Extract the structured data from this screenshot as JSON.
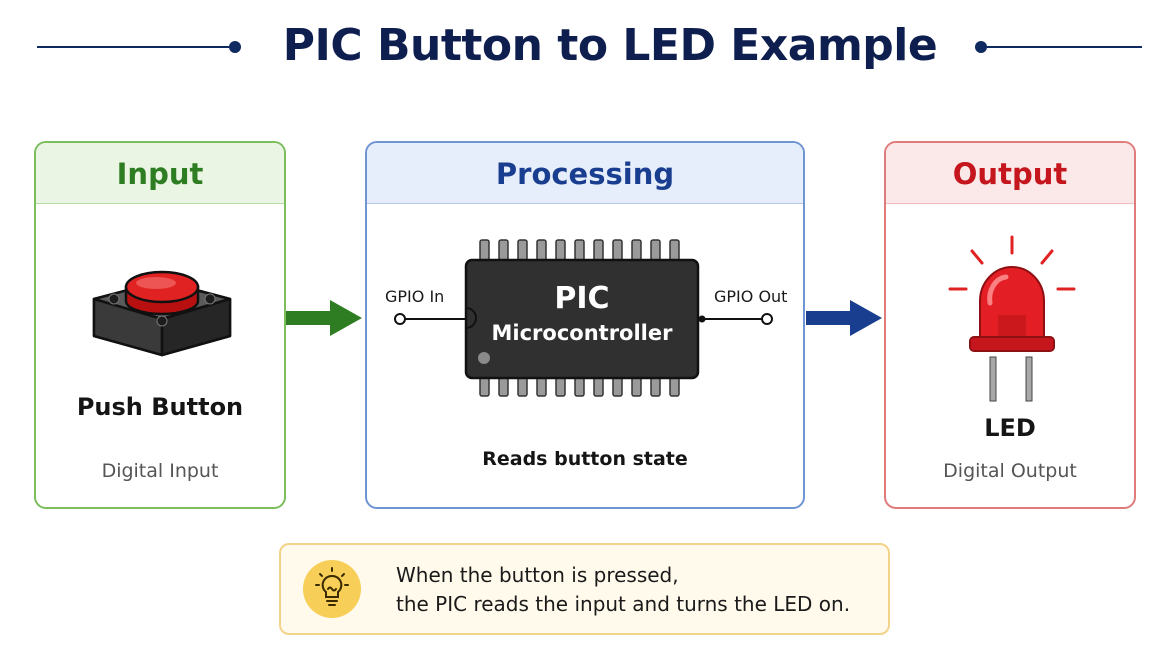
{
  "title": "PIC Button to LED Example",
  "panels": {
    "input": {
      "header": "Input",
      "label": "Push Button",
      "sublabel": "Digital Input"
    },
    "processing": {
      "header": "Processing",
      "chip_title": "PIC",
      "chip_subtitle": "Microcontroller",
      "gpio_in": "GPIO In",
      "gpio_out": "GPIO Out",
      "caption": "Reads button state"
    },
    "output": {
      "header": "Output",
      "label": "LED",
      "sublabel": "Digital Output"
    }
  },
  "note": {
    "line1": "When the button is pressed,",
    "line2": "the PIC reads the input and turns the LED on."
  },
  "colors": {
    "title": "#0e1f4f",
    "input_accent": "#2f7d22",
    "processing_accent": "#193e8f",
    "output_accent": "#c4161c",
    "note_bg": "#fffaeb"
  },
  "icons": [
    "push-button-icon",
    "microcontroller-chip-icon",
    "led-icon",
    "lightbulb-icon",
    "arrow-right-icon"
  ]
}
